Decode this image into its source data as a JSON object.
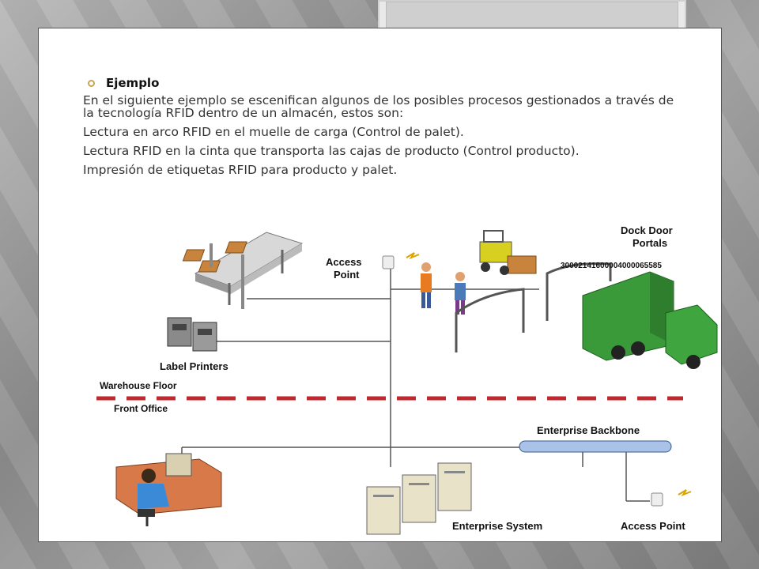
{
  "slide": {
    "bullet_title": "Ejemplo",
    "intro": "En el siguiente ejemplo se escenifican algunos de los posibles procesos gestionados a través de la tecnología RFID dentro de un almacén, estos son:",
    "items": [
      "Lectura en arco RFID en el muelle de carga (Control de palet).",
      "Lectura RFID en la cinta que transporta las cajas de producto (Control producto).",
      "Impresión de etiquetas RFID para producto y palet."
    ]
  },
  "diagram": {
    "access_point_top_1": "Access",
    "access_point_top_2": "Point",
    "dock_door_1": "Dock Door",
    "dock_door_2": "Portals",
    "tag_id": "30002141600004000065585",
    "label_printers": "Label Printers",
    "warehouse_floor": "Warehouse Floor",
    "front_office": "Front Office",
    "enterprise_backbone": "Enterprise Backbone",
    "enterprise_system": "Enterprise System",
    "access_point_bottom": "Access Point"
  },
  "colors": {
    "accent_bullet": "#c8a45a",
    "divider_red": "#c0282d",
    "truck_green": "#3a9a3a",
    "backbone_blue": "#a9c3e8"
  }
}
